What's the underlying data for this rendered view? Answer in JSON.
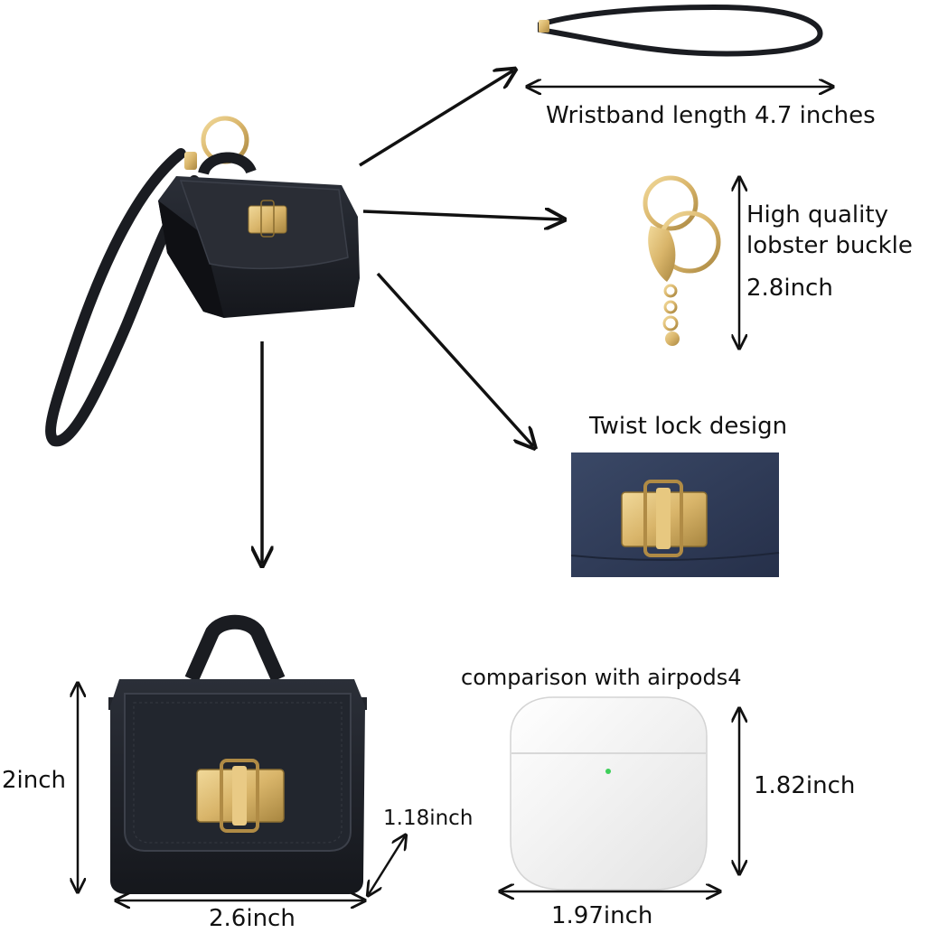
{
  "labels": {
    "wristband": "Wristband length 4.7 inches",
    "buckle_line1": "High quality",
    "buckle_line2": "lobster buckle",
    "buckle_size": "2.8inch",
    "twist_lock": "Twist lock design",
    "comparison": "comparison with airpods4",
    "airpods_height": "1.82inch",
    "bag_height": "2inch",
    "bag_depth": "1.18inch",
    "bag_width": "2.6inch",
    "airpods_width": "1.97inch"
  },
  "colors": {
    "leather": "#1c1f26",
    "leather_light": "#2b2f38",
    "gold": "#d9b56a",
    "gold_dark": "#a88640",
    "navy_leather": "#2d3950",
    "airpods_white": "#f4f4f4",
    "led_green": "#3ecf5a"
  }
}
